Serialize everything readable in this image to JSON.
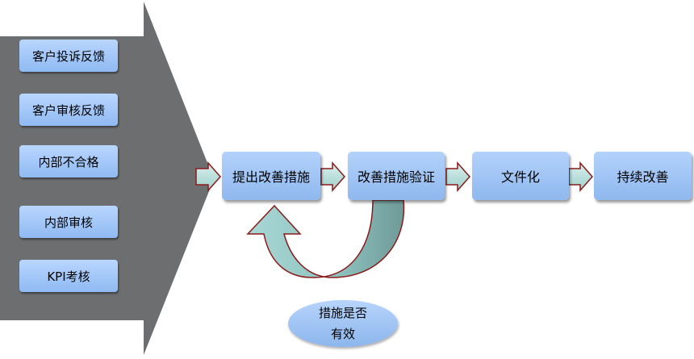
{
  "sources": [
    "客户投诉反馈",
    "客户审核反馈",
    "内部不合格",
    "内部审核",
    "KPI考核"
  ],
  "steps": [
    "提出改善措施",
    "改善措施验证",
    "文件化",
    "持续改善"
  ],
  "decision": {
    "line1": "措施是否",
    "line2": "有效"
  },
  "colors": {
    "funnel": "#6d6e70",
    "box": "#9ec4f7",
    "loop": "#8fc6c4",
    "arrow_outline": "#8b1a1a"
  }
}
